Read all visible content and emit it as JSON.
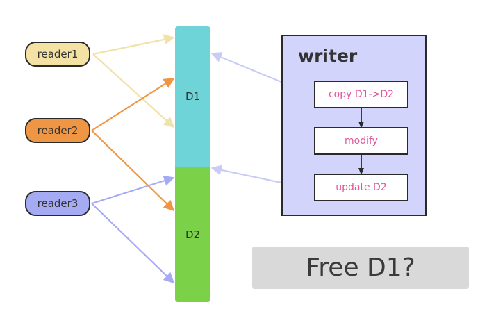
{
  "readers": [
    {
      "label": "reader1",
      "color": "#f3e2a3"
    },
    {
      "label": "reader2",
      "color": "#ee9644"
    },
    {
      "label": "reader3",
      "color": "#a5abf3"
    }
  ],
  "blocks": [
    {
      "label": "D1",
      "color": "#6fd4d8"
    },
    {
      "label": "D2",
      "color": "#7bd148"
    }
  ],
  "writer": {
    "title": "writer",
    "fill": "#d2d4fb",
    "steps": [
      "copy D1->D2",
      "modify",
      "update D2"
    ],
    "step_text_color": "#e0559c"
  },
  "question": "Free D1?",
  "arrow_colors": {
    "reader1": "#f1e2a8",
    "reader2": "#ee9644",
    "reader3": "#a5abf3",
    "writer": "#c9cdf6"
  }
}
